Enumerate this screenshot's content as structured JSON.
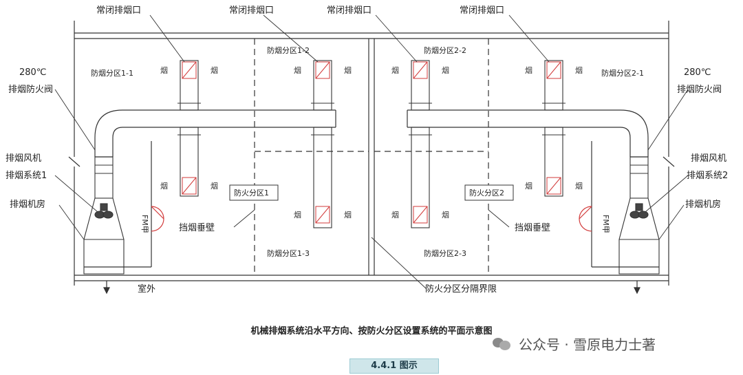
{
  "labels": {
    "normally_closed": "常闭排烟口",
    "temp_280": "280℃",
    "fire_damper": "排烟防火阀",
    "exhaust_fan": "排烟风机",
    "system_1": "排烟系统1",
    "system_2": "排烟系统2",
    "fan_room": "排烟机房",
    "outdoor": "室外",
    "smoke_zone_1_1": "防烟分区1-1",
    "smoke_zone_1_2": "防烟分区1-2",
    "smoke_zone_1_3": "防烟分区1-3",
    "smoke_zone_2_1": "防烟分区2-1",
    "smoke_zone_2_2": "防烟分区2-2",
    "smoke_zone_2_3": "防烟分区2-3",
    "fire_zone_1": "防火分区1",
    "fire_zone_2": "防火分区2",
    "smoke_curtain": "挡烟垂壁",
    "door_code": "FM甲",
    "fire_zone_boundary": "防火分区分隔界限",
    "smoke_glyph": "烟"
  },
  "caption": "机械排烟系统沿水平方向、按防火分区设置系统的平面示意图",
  "figure_tag": "4.4.1 图示",
  "watermark": "公众号 · 雪原电力士著",
  "colors": {
    "line": "#333333",
    "damper_red": "#d23a3a",
    "tag_bg": "#cfe6ea"
  }
}
